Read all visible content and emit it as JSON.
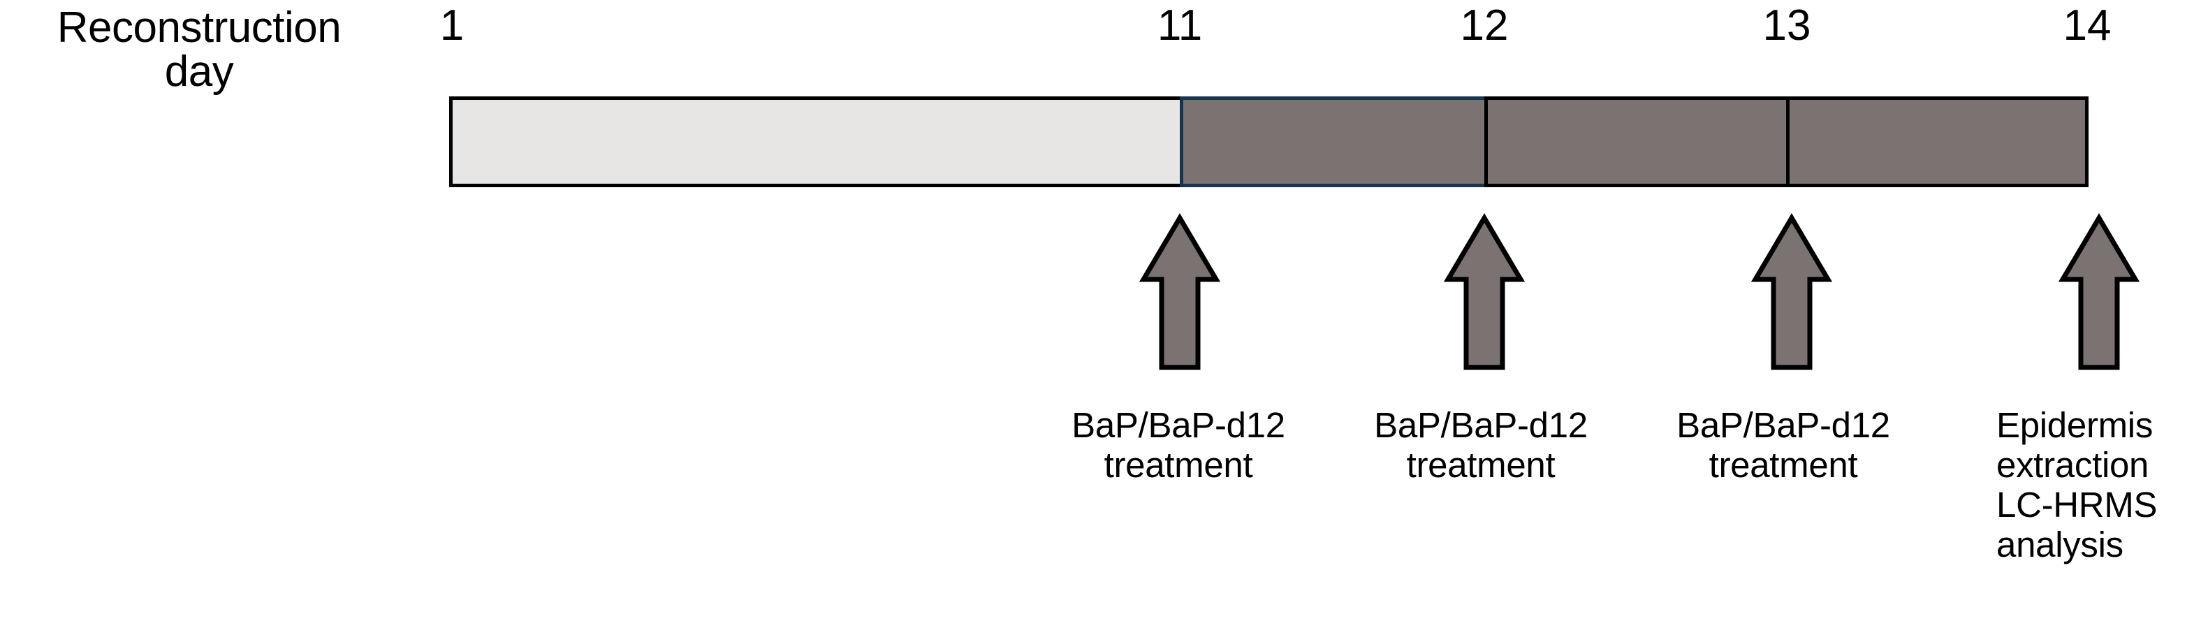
{
  "figure": {
    "type": "experimental-timeline",
    "row_label": "Reconstruction\nday",
    "axis": {
      "unit": "day",
      "tick_labels": [
        "1",
        "11",
        "12",
        "13",
        "14"
      ],
      "tick_days": [
        1,
        11,
        12,
        13,
        14
      ]
    },
    "bar": {
      "segments": [
        {
          "name": "reconstruction-phase",
          "from_day": 1,
          "to_day": 11,
          "color": "#e8e5e5",
          "border_color": "#000000"
        },
        {
          "name": "treatment-day-11",
          "from_day": 11,
          "to_day": 12,
          "color": "#7b7371",
          "border_color": "#17354f"
        },
        {
          "name": "treatment-day-12",
          "from_day": 12,
          "to_day": 13,
          "color": "#7b7371",
          "border_color": "#000000"
        },
        {
          "name": "treatment-day-13",
          "from_day": 13,
          "to_day": 14,
          "color": "#7b7371",
          "border_color": "#000000"
        }
      ]
    },
    "events": [
      {
        "day": 11,
        "marker": "up-arrow",
        "caption": "BaP/BaP-d12\ntreatment"
      },
      {
        "day": 12,
        "marker": "up-arrow",
        "caption": "BaP/BaP-d12\ntreatment"
      },
      {
        "day": 13,
        "marker": "up-arrow",
        "caption": "BaP/BaP-d12\ntreatment"
      },
      {
        "day": 14,
        "marker": "up-arrow",
        "caption": "Epidermis\nextraction\nLC-HRMS\nanalysis"
      }
    ],
    "colors": {
      "light_segment": "#e8e5e5",
      "dark_segment": "#7b7371",
      "arrow_fill": "#7b7371",
      "outline": "#000000",
      "blue_outline": "#17354f",
      "background": "#ffffff"
    }
  }
}
